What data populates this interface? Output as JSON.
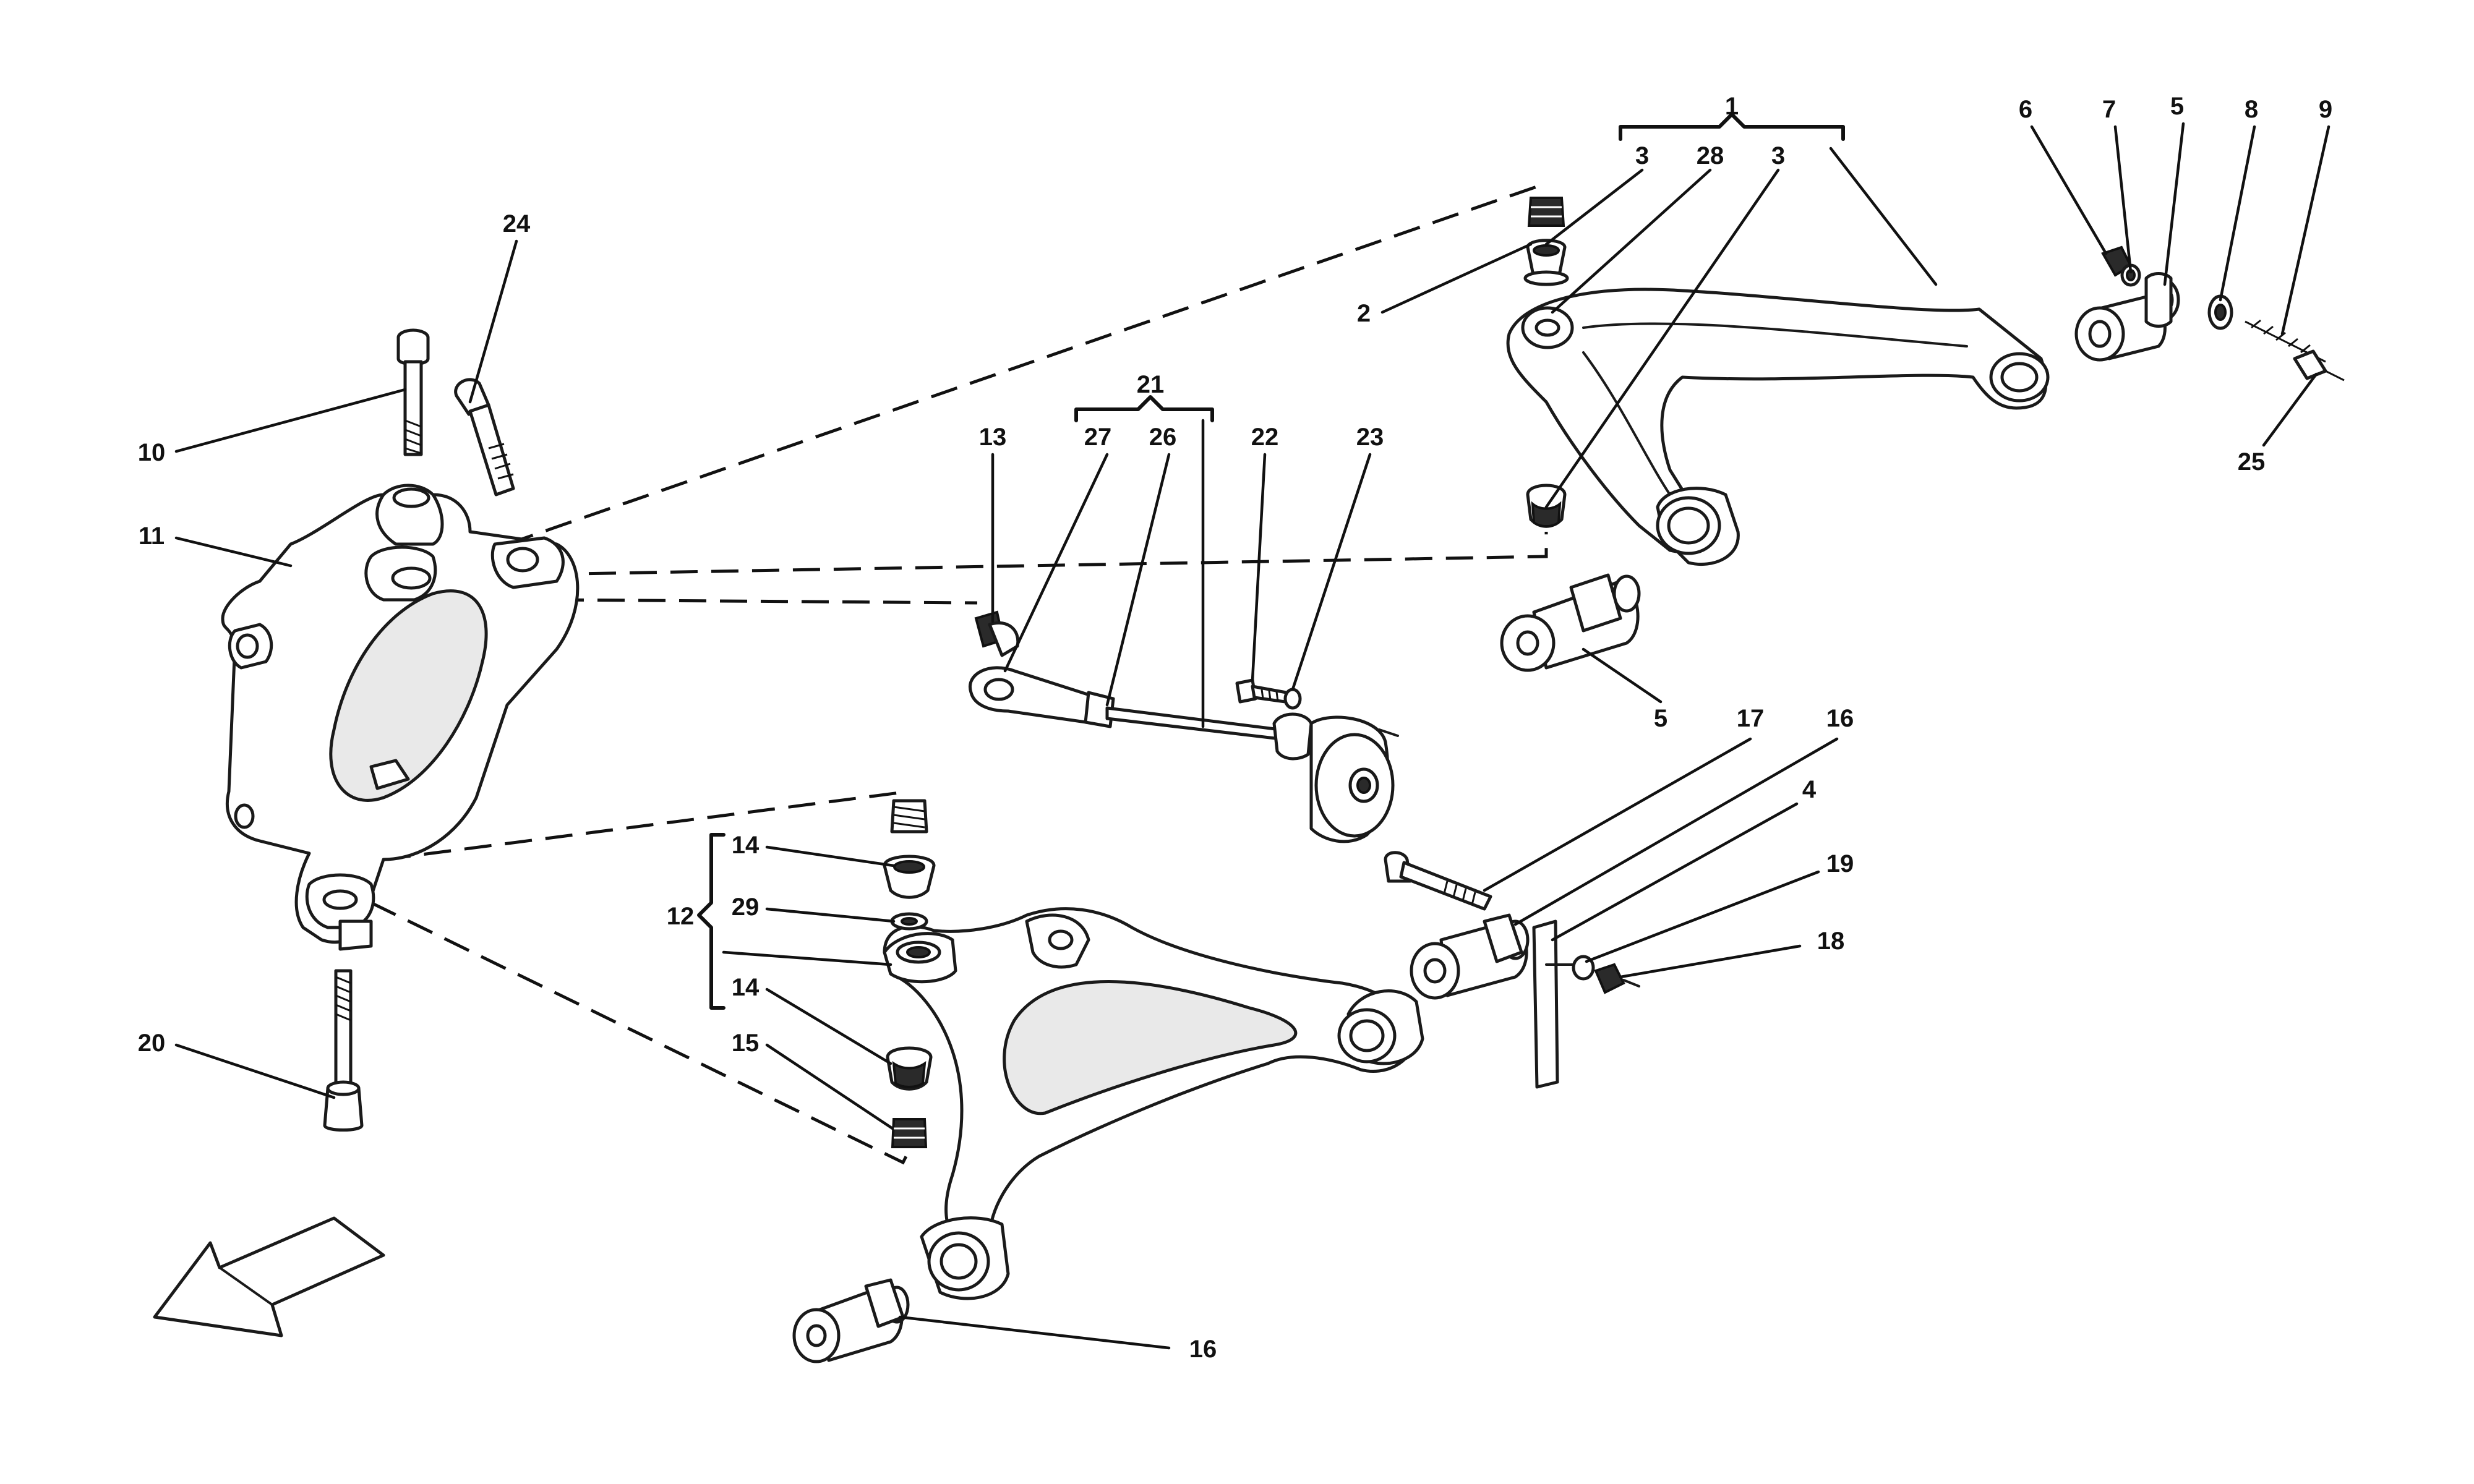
{
  "diagram": {
    "description_free": true,
    "callouts": [
      {
        "id": "c1",
        "text": "1"
      },
      {
        "id": "c3a",
        "text": "3"
      },
      {
        "id": "c28",
        "text": "28"
      },
      {
        "id": "c3b",
        "text": "3"
      },
      {
        "id": "c6",
        "text": "6"
      },
      {
        "id": "c7",
        "text": "7"
      },
      {
        "id": "c5a",
        "text": "5"
      },
      {
        "id": "c8",
        "text": "8"
      },
      {
        "id": "c9",
        "text": "9"
      },
      {
        "id": "c2",
        "text": "2"
      },
      {
        "id": "c25",
        "text": "25"
      },
      {
        "id": "c24",
        "text": "24"
      },
      {
        "id": "c10",
        "text": "10"
      },
      {
        "id": "c11",
        "text": "11"
      },
      {
        "id": "c21",
        "text": "21"
      },
      {
        "id": "c13",
        "text": "13"
      },
      {
        "id": "c27",
        "text": "27"
      },
      {
        "id": "c26",
        "text": "26"
      },
      {
        "id": "c22",
        "text": "22"
      },
      {
        "id": "c23",
        "text": "23"
      },
      {
        "id": "c5b",
        "text": "5"
      },
      {
        "id": "c17",
        "text": "17"
      },
      {
        "id": "c16a",
        "text": "16"
      },
      {
        "id": "c4",
        "text": "4"
      },
      {
        "id": "c19",
        "text": "19"
      },
      {
        "id": "c18",
        "text": "18"
      },
      {
        "id": "c14a",
        "text": "14"
      },
      {
        "id": "c12",
        "text": "12"
      },
      {
        "id": "c29",
        "text": "29"
      },
      {
        "id": "c14b",
        "text": "14"
      },
      {
        "id": "c15",
        "text": "15"
      },
      {
        "id": "c20",
        "text": "20"
      },
      {
        "id": "c16b",
        "text": "16"
      }
    ]
  }
}
